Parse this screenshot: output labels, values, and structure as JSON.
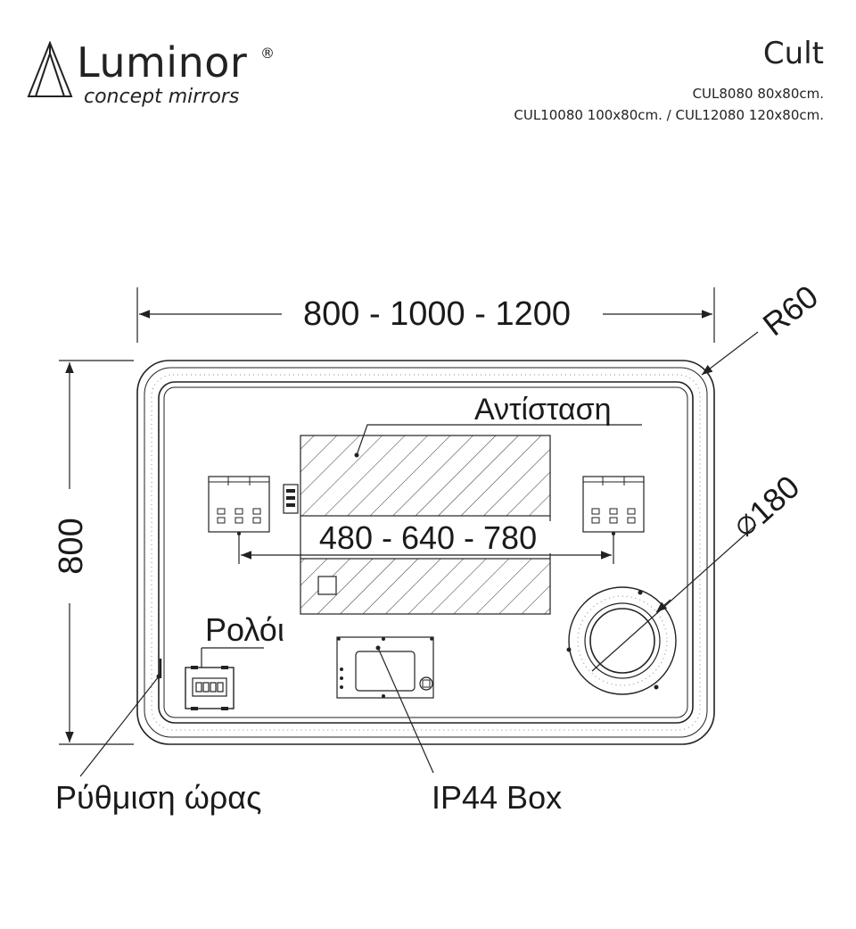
{
  "brand": {
    "name": "Luminor",
    "registered": "®",
    "tagline": "concept mirrors"
  },
  "header": {
    "title": "Cult",
    "model_line_1": "CUL8080 80x80cm.",
    "model_line_2": "CUL10080 100x80cm. / CUL12080 120x80cm."
  },
  "drawing": {
    "width_dimension": "800 - 1000 - 1200",
    "height_dimension": "800",
    "corner_radius": "R60",
    "inner_dimension": "480 - 640 - 780",
    "diameter_label": "180",
    "callouts": {
      "heater": "Αντίσταση",
      "clock": "Ρολόι",
      "time_setting": "Ρύθμιση ώρας",
      "ip44_box": "IP44  Box"
    }
  }
}
